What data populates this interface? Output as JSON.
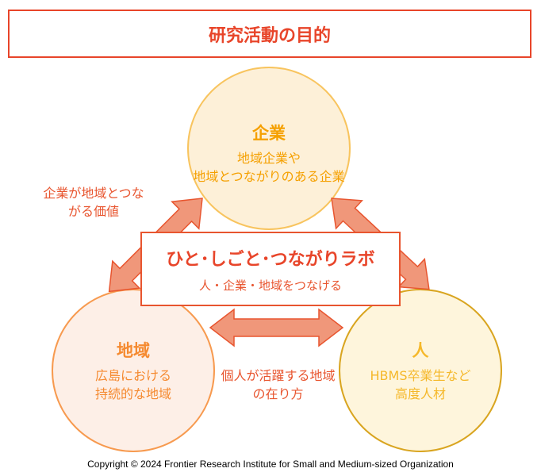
{
  "title": "研究活動の目的",
  "circles": {
    "company": {
      "heading": "企業",
      "lines": [
        "地域企業や",
        "地域とつながりのある企業"
      ]
    },
    "region": {
      "heading": "地域",
      "lines": [
        "広島における",
        "持続的な地域"
      ]
    },
    "people": {
      "heading": "人",
      "lines": [
        "HBMS卒業生など",
        "高度人材"
      ]
    }
  },
  "center": {
    "title": "ひと･しごと･つながりラボ",
    "subtitle": "人・企業・地域をつなげる"
  },
  "notes": {
    "company_region": [
      "企業が地域とつな",
      "がる価値"
    ],
    "region_people": [
      "個人が活躍する地域",
      "の在り方"
    ]
  },
  "copyright": "Copyright © 2024  Frontier Research Institute for Small and Medium-sized Organization",
  "colors": {
    "accent": "#e8452a",
    "arrow_fill": "#f0977a",
    "arrow_stroke": "#e8552f"
  }
}
